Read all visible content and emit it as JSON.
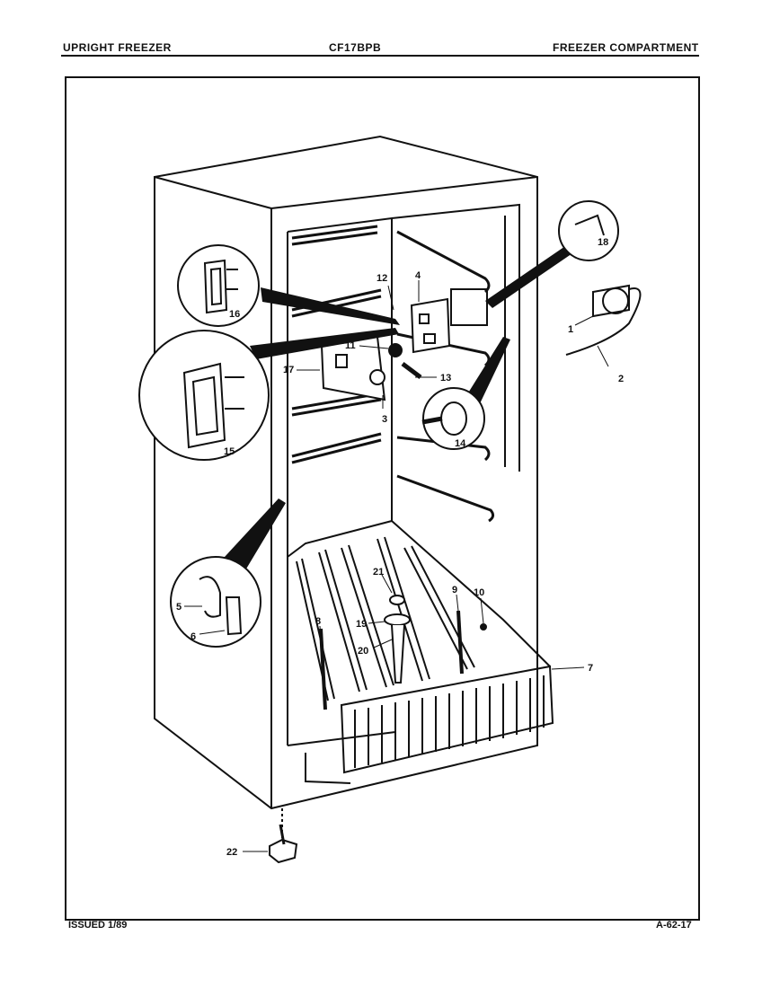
{
  "header": {
    "left": "UPRIGHT FREEZER",
    "center": "CF17BPB",
    "right": "FREEZER COMPARTMENT"
  },
  "footer": {
    "issued": "ISSUED 1/89",
    "page_code": "A-62-17"
  },
  "callouts": {
    "c1": "1",
    "c2": "2",
    "c3": "3",
    "c4": "4",
    "c5": "5",
    "c6": "6",
    "c7": "7",
    "c8": "8",
    "c9": "9",
    "c10": "10",
    "c11": "11",
    "c12": "12",
    "c13": "13",
    "c14": "14",
    "c15": "15",
    "c16": "16",
    "c17": "17",
    "c18": "18",
    "c19": "19",
    "c20": "20",
    "c21": "21",
    "c22": "22"
  }
}
